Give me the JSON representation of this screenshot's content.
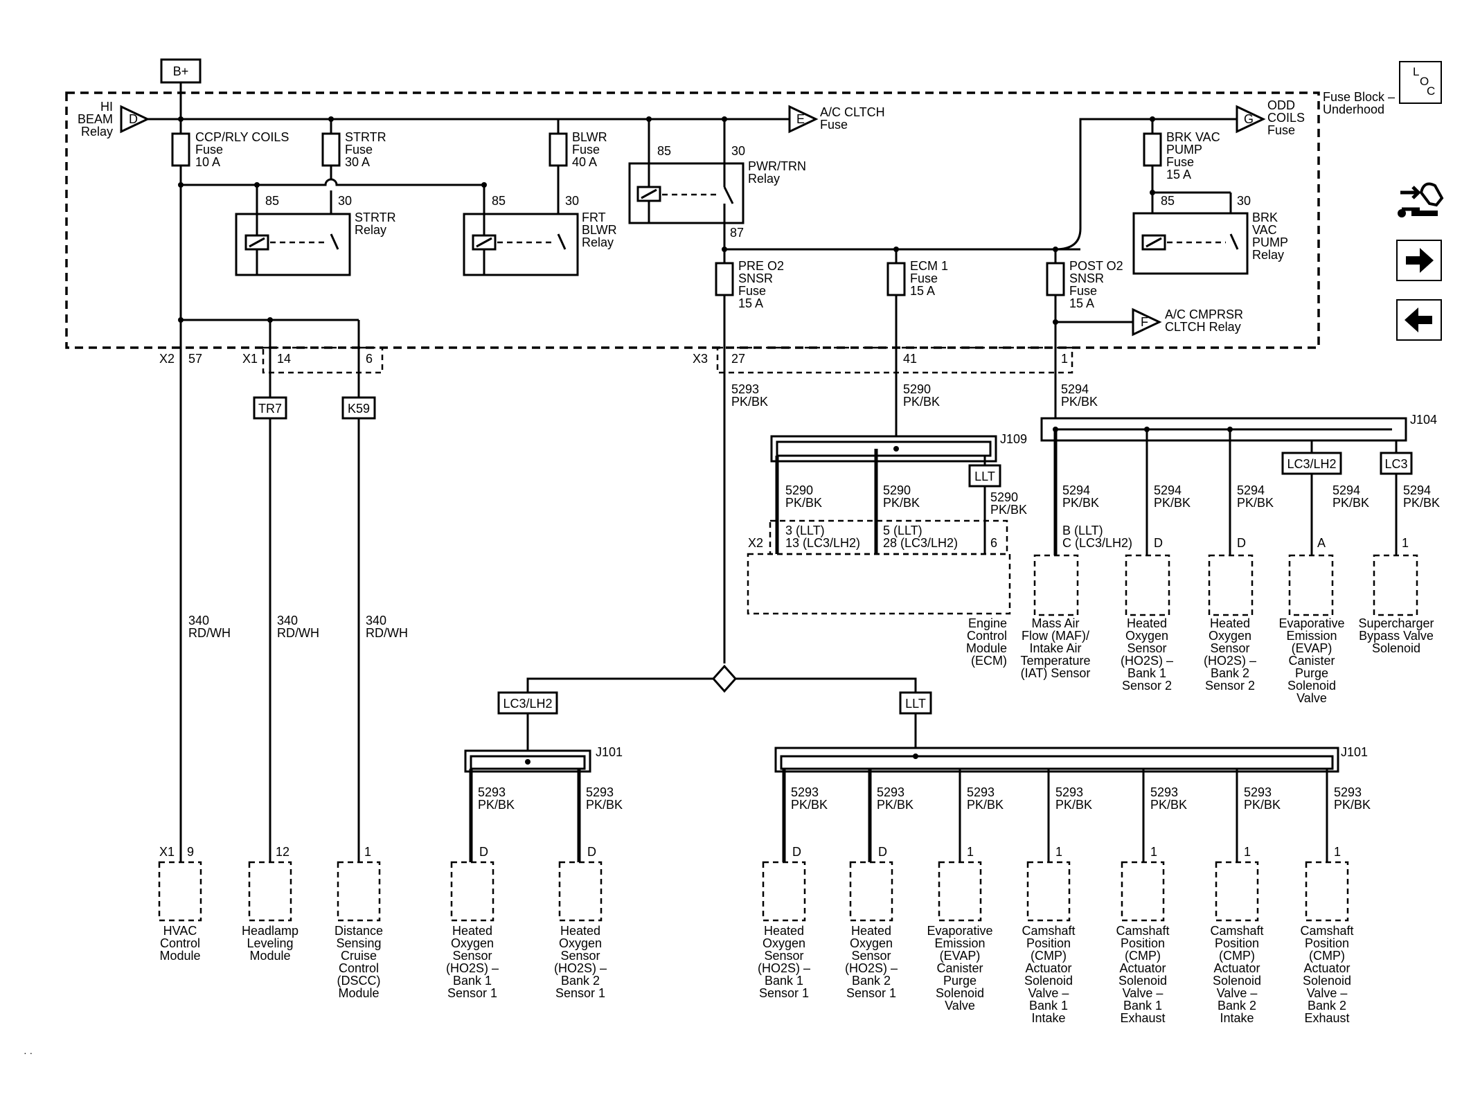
{
  "battery": "B+",
  "fuse_block_label": "Fuse Block –\nUnderhood",
  "loc_letters": [
    "L",
    "O",
    "C"
  ],
  "hi_beam_relay": "HI\nBEAM\nRelay",
  "fuses": {
    "ccp": "CCP/RLY COILS\nFuse\n10 A",
    "strtr": "STRTR\nFuse\n30 A",
    "blwr": "BLWR\nFuse\n40 A",
    "brk_vac": "BRK VAC\nPUMP\nFuse\n15 A",
    "pre_o2": "PRE O2\nSNSR\nFuse\n15 A",
    "ecm1": "ECM 1\nFuse\n15 A",
    "post_o2": "POST O2\nSNSR\nFuse\n15 A"
  },
  "relays": {
    "strtr": "STRTR\nRelay",
    "frt_blwr": "FRT\nBLWR\nRelay",
    "pwr_trn": "PWR/TRN\nRelay",
    "brk_vac": "BRK\nVAC\nPUMP\nRelay"
  },
  "pins": {
    "p85": "85",
    "p30": "30",
    "p87": "87"
  },
  "refs": {
    "D": "D",
    "E": "E",
    "F": "F",
    "G": "G",
    "ac_clutch": "A/C CLTCH\nFuse",
    "odd_coils": "ODD\nCOILS\nFuse",
    "ac_cmprsr": "A/C CMPRSR\nCLTCH Relay"
  },
  "connectors": {
    "x2": "X2",
    "x1": "X1",
    "x3": "X3",
    "x2_57": "57",
    "x1_14": "14",
    "x1_6": "6",
    "x3_27": "27",
    "x3_41": "41",
    "x3_1": "1"
  },
  "options": {
    "tr7": "TR7",
    "k59": "K59",
    "llt": "LLT",
    "lc3lh2": "LC3/LH2",
    "lc3": "LC3"
  },
  "splices": {
    "j109": "J109",
    "j104": "J104",
    "j101": "J101"
  },
  "wires": {
    "w340": "340\nRD/WH",
    "w5293": "5293\nPK/BK",
    "w5290": "5290\nPK/BK",
    "w5294": "5294\nPK/BK"
  },
  "ecm_pins": {
    "x2": "X2",
    "a": "3 (LLT)\n13 (LC3/LH2)",
    "b": "5 (LLT)\n28 (LC3/LH2)",
    "c": "6"
  },
  "maf_pin": "B (LLT)\nC (LC3/LH2)",
  "pin_D": "D",
  "pin_A": "A",
  "pin_1": "1",
  "pin_9": "9",
  "pin_12": "12",
  "x1_bottom": "X1",
  "components": {
    "ecm": "Engine\nControl\nModule\n(ECM)",
    "maf": "Mass Air\nFlow (MAF)/\nIntake Air\nTemperature\n(IAT) Sensor",
    "ho2s_b1s2": "Heated\nOxygen\nSensor\n(HO2S) –\nBank 1\nSensor 2",
    "ho2s_b2s2": "Heated\nOxygen\nSensor\n(HO2S) –\nBank 2\nSensor 2",
    "evap_top": "Evaporative\nEmission\n(EVAP)\nCanister\nPurge\nSolenoid\nValve",
    "supercharger": "Supercharger\nBypass Valve\nSolenoid",
    "hvac": "HVAC\nControl\nModule",
    "headlamp": "Headlamp\nLeveling\nModule",
    "dscc": "Distance\nSensing\nCruise\nControl\n(DSCC)\nModule",
    "ho2s_b1s1_a": "Heated\nOxygen\nSensor\n(HO2S) –\nBank 1\nSensor 1",
    "ho2s_b2s1_a": "Heated\nOxygen\nSensor\n(HO2S) –\nBank 2\nSensor 1",
    "ho2s_b1s1_b": "Heated\nOxygen\nSensor\n(HO2S) –\nBank 1\nSensor 1",
    "ho2s_b2s1_b": "Heated\nOxygen\nSensor\n(HO2S) –\nBank 2\nSensor 1",
    "evap_bottom": "Evaporative\nEmission\n(EVAP)\nCanister\nPurge\nSolenoid\nValve",
    "cmp_b1_int": "Camshaft\nPosition\n(CMP)\nActuator\nSolenoid\nValve –\nBank 1\nIntake",
    "cmp_b1_exh": "Camshaft\nPosition\n(CMP)\nActuator\nSolenoid\nValve –\nBank 1\nExhaust",
    "cmp_b2_int": "Camshaft\nPosition\n(CMP)\nActuator\nSolenoid\nValve –\nBank 2\nIntake",
    "cmp_b2_exh": "Camshaft\nPosition\n(CMP)\nActuator\nSolenoid\nValve –\nBank 2\nExhaust"
  },
  "nav_icons": [
    "component-view-icon",
    "next-page-arrow-icon",
    "previous-page-arrow-icon"
  ]
}
